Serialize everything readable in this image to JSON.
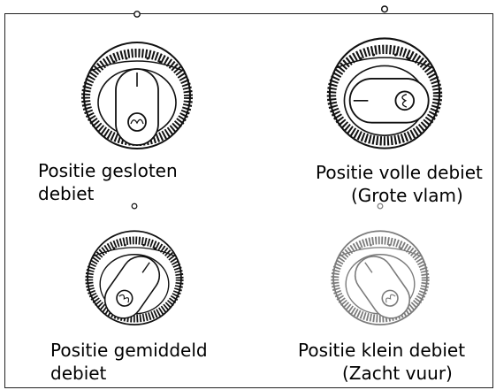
{
  "positions": [
    {
      "line1": "Positie gesloten",
      "line2": "debiet",
      "rotation_deg": 0
    },
    {
      "line1": "Positie volle debiet",
      "line2": "(Grote vlam)",
      "rotation_deg": -90
    },
    {
      "line1": "Positie gemiddeld",
      "line2": "debiet",
      "rotation_deg": 35
    },
    {
      "line1": "Positie klein debiet",
      "line2": "(Zacht vuur)",
      "rotation_deg": -35
    }
  ]
}
